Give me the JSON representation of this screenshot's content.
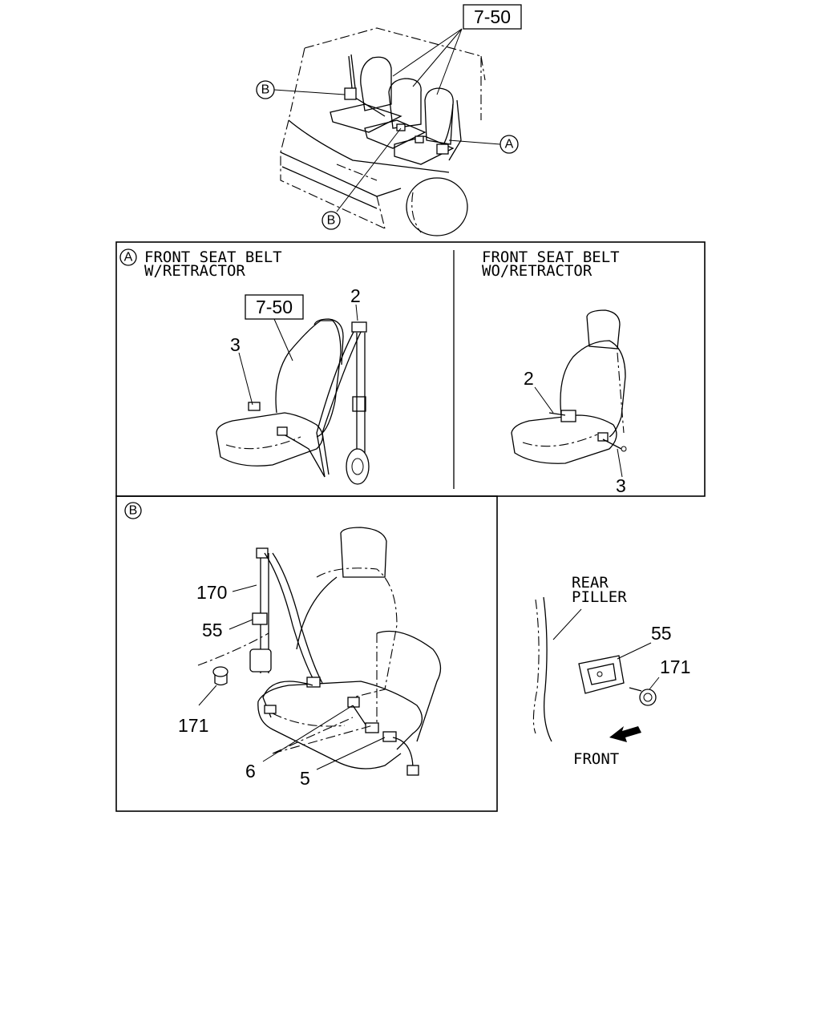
{
  "overview": {
    "ref_box": "7-50",
    "callout_a": "A",
    "callout_b_upper": "B",
    "callout_b_lower": "B"
  },
  "panel_a": {
    "callout": "A",
    "title_line1": "FRONT SEAT BELT",
    "title_line2": "W/RETRACTOR",
    "ref_box": "7-50",
    "part_2": "2",
    "part_3": "3"
  },
  "panel_a_right": {
    "title_line1": "FRONT SEAT BELT",
    "title_line2": "WO/RETRACTOR",
    "part_2": "2",
    "part_3": "3"
  },
  "panel_b": {
    "callout": "B",
    "part_170": "170",
    "part_55": "55",
    "part_171": "171",
    "part_6": "6",
    "part_5": "5"
  },
  "pillar_detail": {
    "label_line1": "REAR",
    "label_line2": "PILLER",
    "part_55": "55",
    "part_171": "171",
    "front_label": "FRONT"
  }
}
